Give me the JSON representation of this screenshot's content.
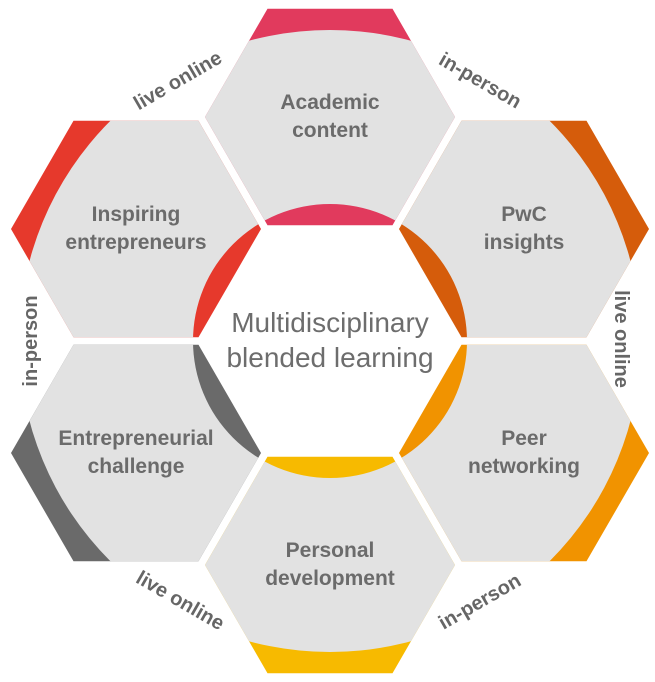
{
  "center": {
    "lines": [
      "Multidisciplinary",
      "blended learning"
    ]
  },
  "sections": [
    {
      "id": "academic-content",
      "position": "top",
      "lines": [
        "Academic",
        "content"
      ],
      "color": "#E13A5D"
    },
    {
      "id": "pwc-insights",
      "position": "top-right",
      "lines": [
        "PwC",
        "insights"
      ],
      "color": "#D55C0B"
    },
    {
      "id": "peer-networking",
      "position": "bottom-right",
      "lines": [
        "Peer",
        "networking"
      ],
      "color": "#F19300"
    },
    {
      "id": "personal-development",
      "position": "bottom",
      "lines": [
        "Personal",
        "development"
      ],
      "color": "#F7BA00"
    },
    {
      "id": "entrepreneurial-challenge",
      "position": "bottom-left",
      "lines": [
        "Entrepreneurial",
        "challenge"
      ],
      "color": "#6A6A6A"
    },
    {
      "id": "inspiring-entrepreneurs",
      "position": "top-left",
      "lines": [
        "Inspiring",
        "entrepreneurs"
      ],
      "color": "#E6392C"
    }
  ],
  "mode_labels": [
    {
      "id": "mode-top-left",
      "position": "top-left",
      "text": "live online"
    },
    {
      "id": "mode-top-right",
      "position": "top-right",
      "text": "in-person"
    },
    {
      "id": "mode-right",
      "position": "right",
      "text": "live online"
    },
    {
      "id": "mode-bottom-right",
      "position": "bottom-right",
      "text": "in-person"
    },
    {
      "id": "mode-bottom-left",
      "position": "bottom-left",
      "text": "live online"
    },
    {
      "id": "mode-left",
      "position": "left",
      "text": "in-person"
    }
  ],
  "colors": {
    "hex_fill": "#E2E2E2",
    "hex_label_text": "#6B6B6B",
    "center_text": "#6D6D6D",
    "mode_label_text": "#666666",
    "background": "#FFFFFF"
  }
}
